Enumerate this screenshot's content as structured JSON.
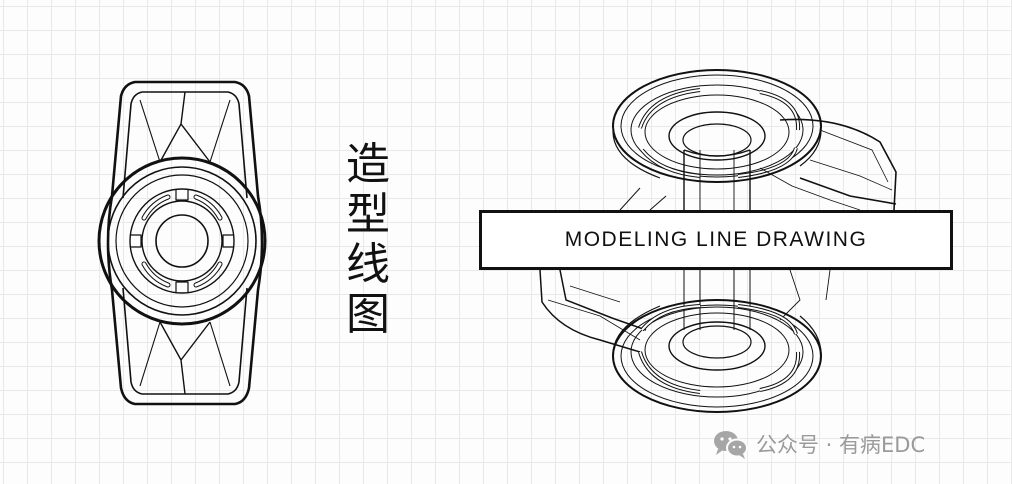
{
  "vertical_title": [
    "造",
    "型",
    "线",
    "图"
  ],
  "label": {
    "text": "MODELING LINE DRAWING"
  },
  "watermark": {
    "text": "公众号 · 有病EDC",
    "icon": "wechat-icon"
  },
  "colors": {
    "line": "#111111",
    "grid": "#e9e9e9",
    "watermark": "#9a9a9a"
  }
}
